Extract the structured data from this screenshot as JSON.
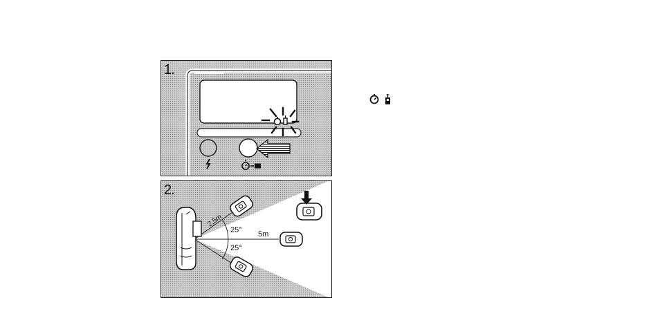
{
  "diagram": {
    "step1": {
      "number": "1."
    },
    "step2": {
      "number": "2.",
      "labels": {
        "distance_short": "2,5m",
        "angle_upper": "25°",
        "distance_long": "5m",
        "angle_lower": "25°"
      }
    },
    "side_icons": [
      "self-timer-icon",
      "remote-control-icon"
    ],
    "icons": {
      "flash": "flash-icon",
      "timer_remote": "self-timer-remote-icon",
      "arrow": "press-arrow-icon",
      "blink": "blinking-indicator-icon"
    },
    "colors": {
      "background": "#c8c8c8",
      "line": "#222222"
    }
  }
}
